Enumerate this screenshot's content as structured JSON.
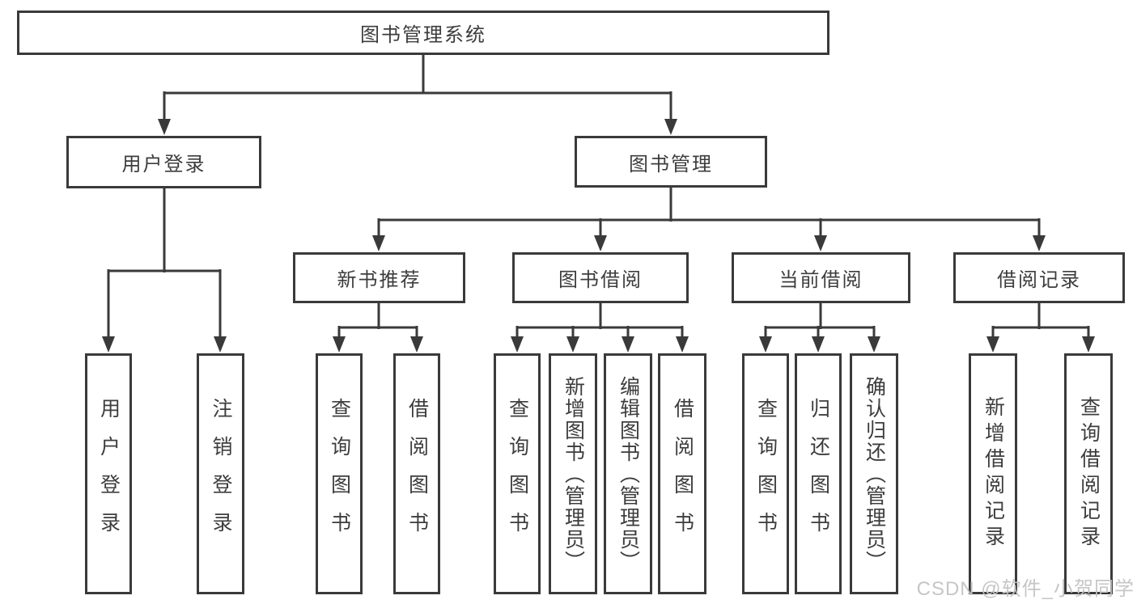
{
  "diagram_type": "hierarchy-tree",
  "tree": {
    "label": "图书管理系统",
    "children": [
      {
        "label": "用户登录",
        "children": [
          {
            "label": "用户登录"
          },
          {
            "label": "注销登录"
          }
        ]
      },
      {
        "label": "图书管理",
        "children": [
          {
            "label": "新书推荐",
            "children": [
              {
                "label": "查询图书"
              },
              {
                "label": "借阅图书"
              }
            ]
          },
          {
            "label": "图书借阅",
            "children": [
              {
                "label": "查询图书"
              },
              {
                "label": "新增图书（管理员）"
              },
              {
                "label": "编辑图书（管理员）"
              },
              {
                "label": "借阅图书"
              }
            ]
          },
          {
            "label": "当前借阅",
            "children": [
              {
                "label": "查询图书"
              },
              {
                "label": "归还图书"
              },
              {
                "label": "确认归还（管理员）"
              }
            ]
          },
          {
            "label": "借阅记录",
            "children": [
              {
                "label": "新增借阅记录"
              },
              {
                "label": "查询借阅记录"
              }
            ]
          }
        ]
      }
    ]
  },
  "watermark": "CSDN @软件_小贺同学",
  "colors": {
    "line": "#3a3a3a",
    "text": "#3d3d3d",
    "background": "#ffffff",
    "watermark": "#c3c3c3"
  }
}
